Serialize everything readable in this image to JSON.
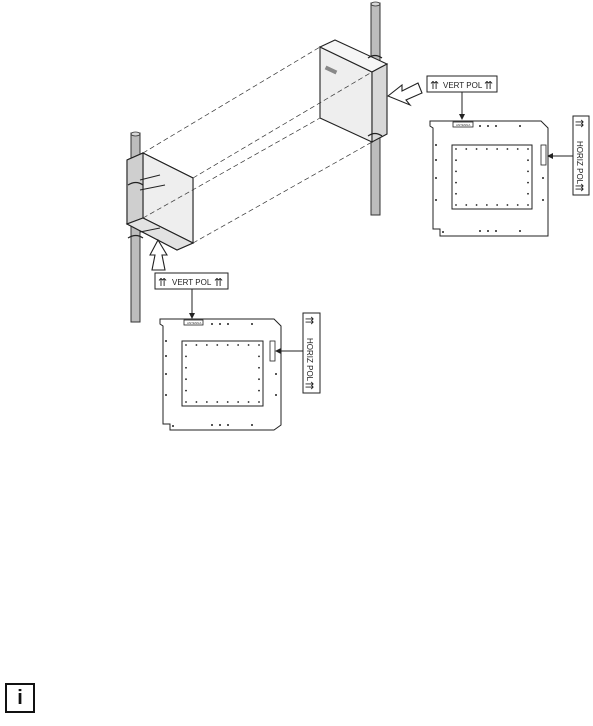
{
  "labels": {
    "vert_pol": "VERT POL",
    "horiz_pol": "HORIZ POL"
  },
  "plate_tags": {
    "tag": "ANTENNA"
  },
  "icons": {
    "arrow": "double-up-arrow-icon",
    "info": "info-icon"
  },
  "info_glyph": "i",
  "colors": {
    "stroke": "#222222",
    "antenna_body": "#eeeeee",
    "antenna_side": "#d8d8d8",
    "pole": "#bdbdbd",
    "hollow_arrow": "#ffffff"
  }
}
